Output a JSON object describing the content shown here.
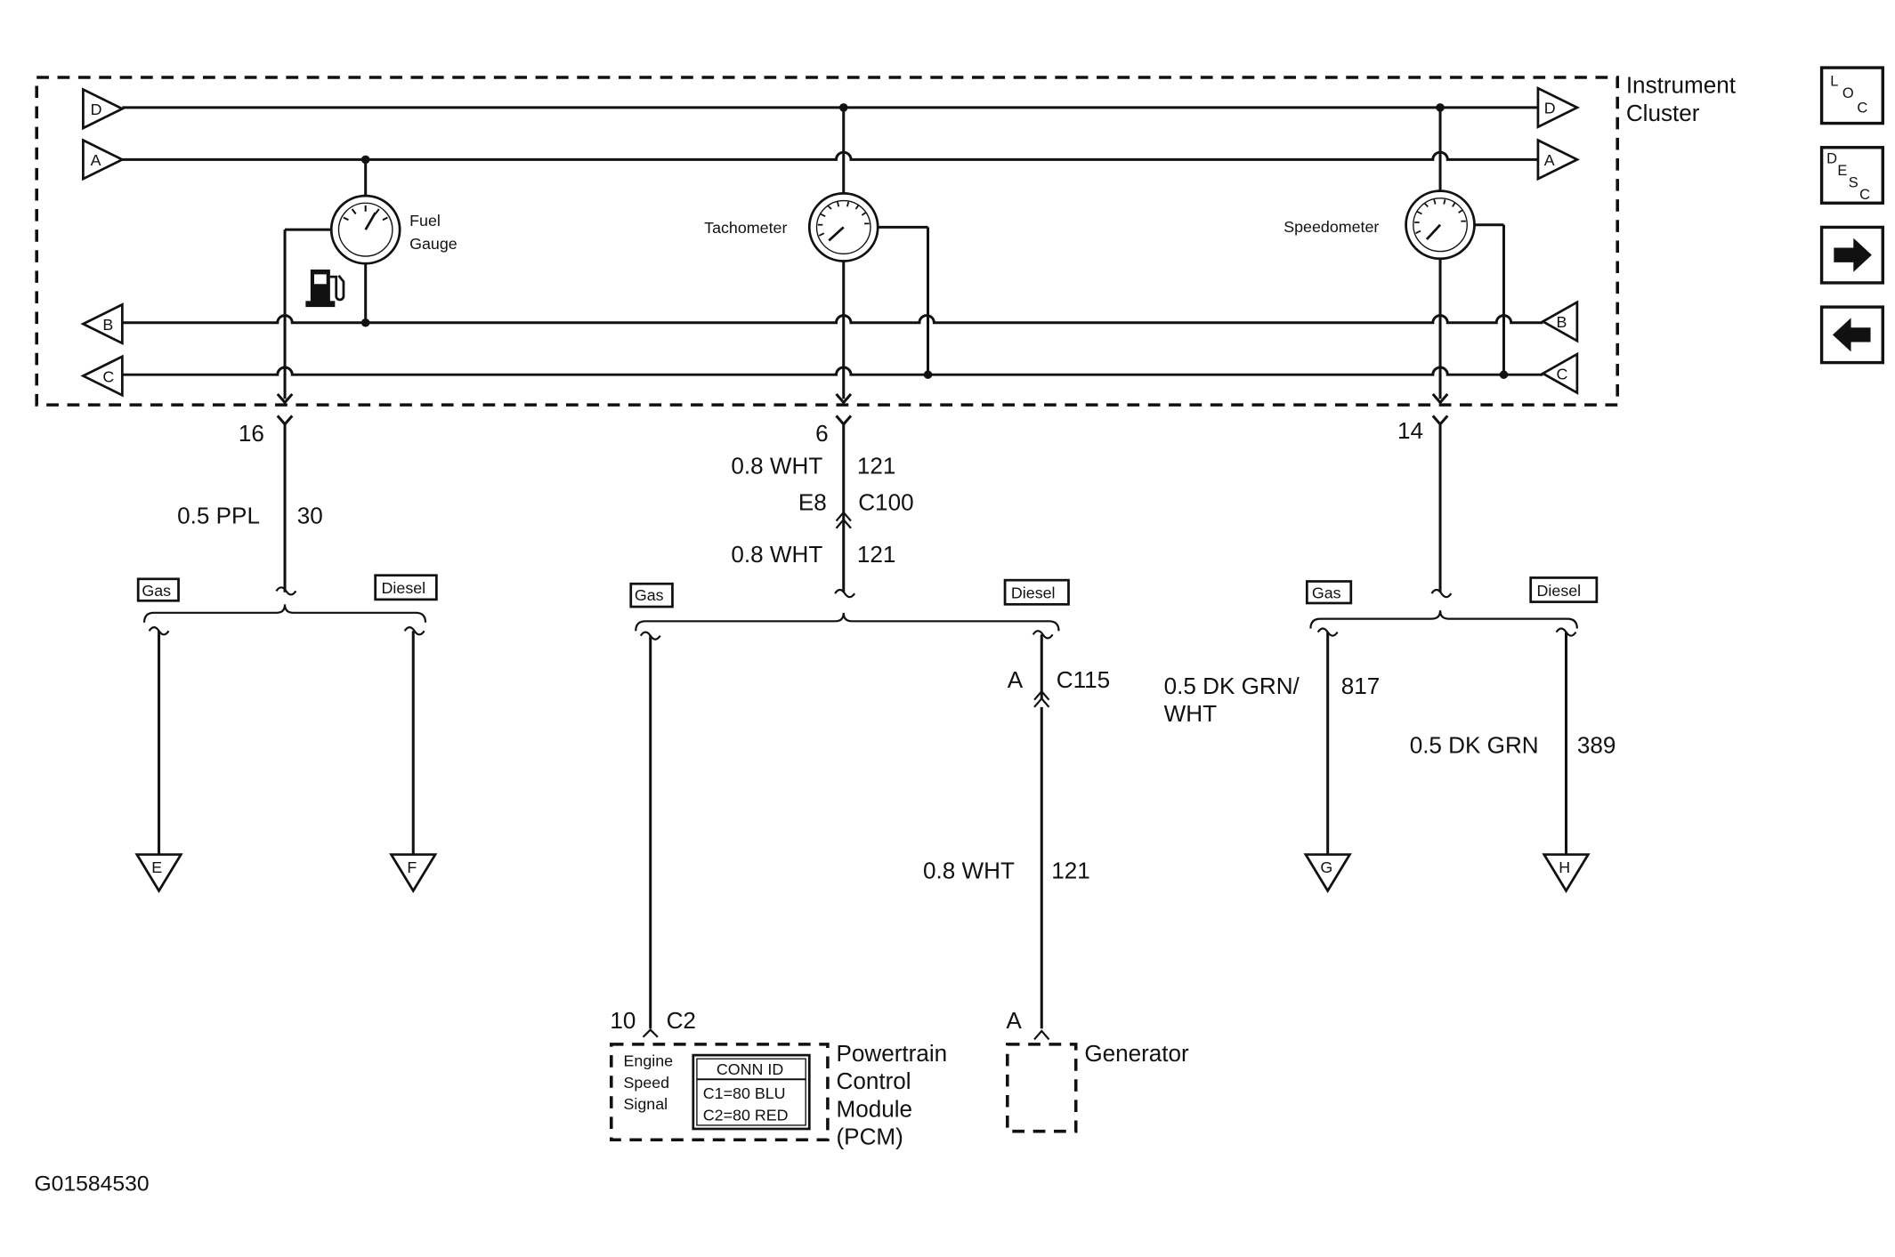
{
  "cluster": {
    "title_line1": "Instrument",
    "title_line2": "Cluster",
    "fuel_gauge_line1": "Fuel",
    "fuel_gauge_line2": "Gauge",
    "tachometer": "Tachometer",
    "speedometer": "Speedometer"
  },
  "offpage": {
    "d": "D",
    "a": "A",
    "b": "B",
    "c": "C",
    "e": "E",
    "f": "F",
    "g": "G",
    "h": "H"
  },
  "fuel_circuit": {
    "pin": "16",
    "wire": "0.5 PPL",
    "circuit": "30",
    "gas": "Gas",
    "diesel": "Diesel"
  },
  "tach_circuit": {
    "pin": "6",
    "wire_upper": "0.8 WHT",
    "circuit_upper": "121",
    "inline_pin": "E8",
    "inline_conn": "C100",
    "wire_lower": "0.8 WHT",
    "circuit_lower": "121",
    "gas": "Gas",
    "diesel": "Diesel",
    "diesel_pin": "A",
    "diesel_conn": "C115",
    "diesel_wire": "0.8 WHT",
    "diesel_circuit": "121"
  },
  "speed_circuit": {
    "pin": "14",
    "gas": "Gas",
    "diesel": "Diesel",
    "gas_wire_line1": "0.5 DK GRN/",
    "gas_wire_line2": "WHT",
    "gas_circuit": "817",
    "diesel_wire": "0.5 DK GRN",
    "diesel_circuit": "389"
  },
  "pcm": {
    "pin": "10",
    "conn": "C2",
    "signal_line1": "Engine",
    "signal_line2": "Speed",
    "signal_line3": "Signal",
    "conn_id_title": "CONN ID",
    "conn_id_1": "C1=80 BLU",
    "conn_id_2": "C2=80 RED",
    "name_line1": "Powertrain",
    "name_line2": "Control",
    "name_line3": "Module",
    "name_line4": "(PCM)"
  },
  "generator": {
    "pin": "A",
    "name": "Generator"
  },
  "nav": {
    "loc": {
      "l1": "L",
      "l2": "O",
      "l3": "C"
    },
    "desc": {
      "l1": "D",
      "l2": "E",
      "l3": "S",
      "l4": "C"
    }
  },
  "figure_id": "G01584530"
}
